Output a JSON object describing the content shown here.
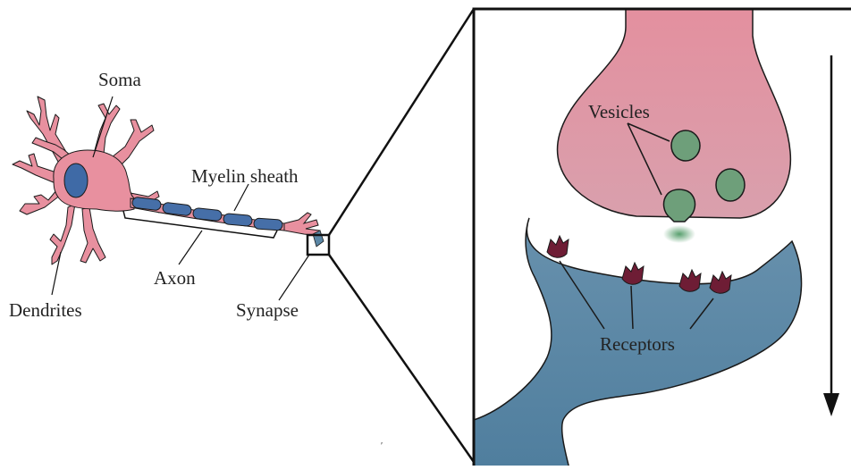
{
  "labels": {
    "soma": "Soma",
    "myelin_sheath": "Myelin sheath",
    "axon": "Axon",
    "dendrites": "Dendrites",
    "synapse": "Synapse",
    "vesicles": "Vesicles",
    "receptors": "Receptors"
  },
  "colors": {
    "neuron_pink": "#e8909f",
    "nucleus_blue": "#3f6aa6",
    "myelin_blue": "#466fa8",
    "presynaptic_pink": "#e0929f",
    "vesicle_green": "#6e9f7a",
    "postsynaptic_blue": "#5b87a6",
    "receptor_maroon": "#6e1d35",
    "outline": "#111111"
  }
}
